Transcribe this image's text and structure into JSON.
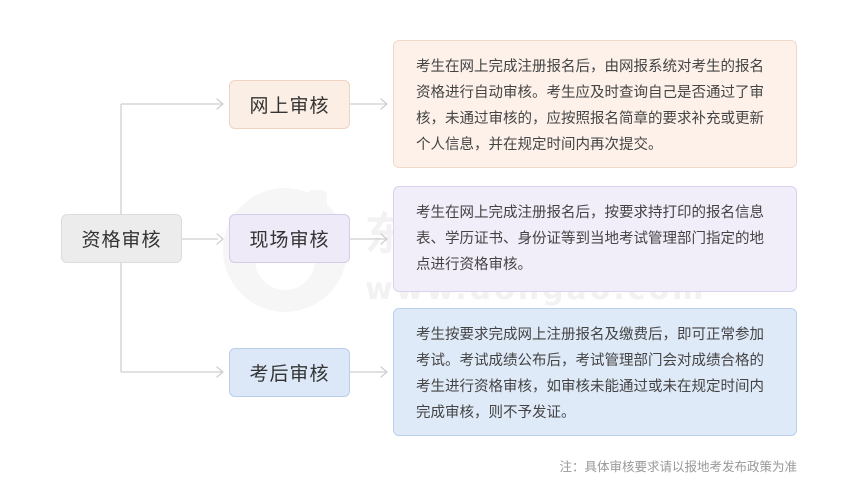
{
  "watermark": {
    "brand": "东奥会计在线",
    "url": "www.dongao.com"
  },
  "root": {
    "label": "资格审核"
  },
  "branches": [
    {
      "label": "网上审核",
      "description": "考生在网上完成注册报名后，由网报系统对考生的报名资格进行自动审核。考生应及时查询自己是否通过了审核，未通过审核的，应按照报名简章的要求补充或更新个人信息，并在规定时间内再次提交。"
    },
    {
      "label": "现场审核",
      "description": "考生在网上完成注册报名后，按要求持打印的报名信息表、学历证书、身份证等到当地考试管理部门指定的地点进行资格审核。"
    },
    {
      "label": "考后审核",
      "description": "考生按要求完成网上注册报名及缴费后，即可正常参加考试。考试成绩公布后，考试管理部门会对成绩合格的考生进行资格审核，如审核未能通过或未在规定时间内完成审核，则不予发证。"
    }
  ],
  "note": "注：具体审核要求请以报地考发布政策为准",
  "colors": {
    "online": "#fbeee5",
    "onsite": "#efeaf8",
    "after": "#dce8f7",
    "root": "#ececec",
    "connector": "#cfcfcf"
  }
}
